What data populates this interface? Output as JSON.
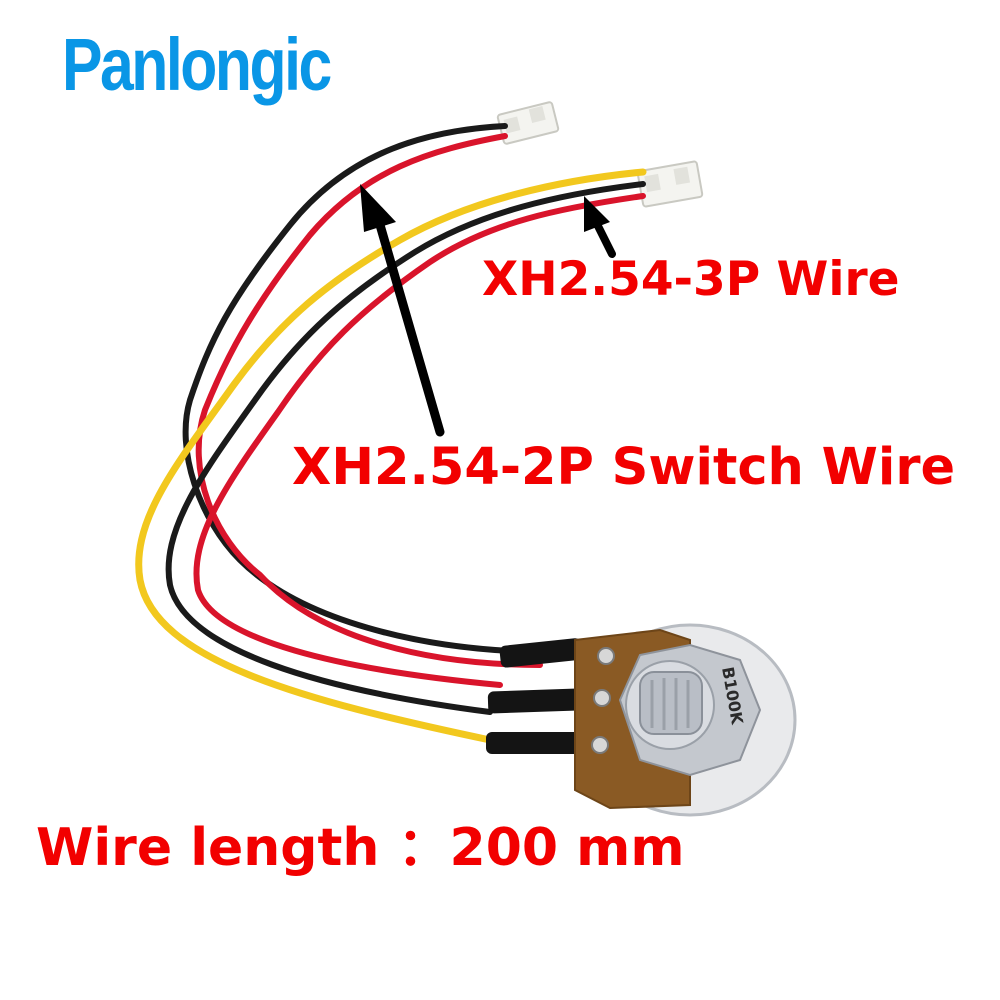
{
  "brand": {
    "name": "Panlongic",
    "color": "#0a96e6"
  },
  "labels": {
    "connector_3p": "XH2.54-3P Wire",
    "connector_2p": "XH2.54-2P Switch Wire",
    "wire_length": "Wire length ：200 mm",
    "pot_marking": "B100K",
    "color": "#f20000"
  },
  "wire_colors": {
    "red": "#d9142b",
    "black": "#1a1a1a",
    "yellow": "#f2c81e"
  },
  "icons": {
    "arrow_2p": "arrow-up-icon",
    "arrow_3p": "arrow-up-left-icon"
  }
}
